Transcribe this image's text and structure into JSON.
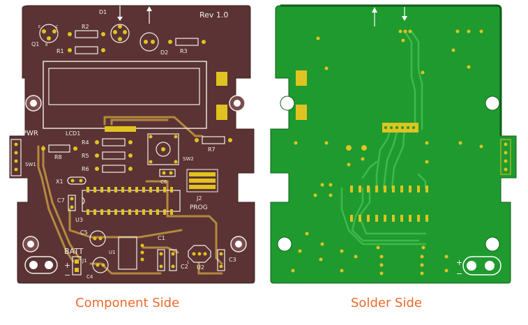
{
  "captions": {
    "component_side": "Component Side",
    "solder_side": "Solder Side"
  },
  "component_side": {
    "revision": "Rev 1.0",
    "silkscreen": {
      "d1": "D1",
      "d2": "D2",
      "q1": "Q1",
      "r1": "R1",
      "r2": "R2",
      "r3": "R3",
      "r4": "R4",
      "r5": "R5",
      "r6": "R6",
      "r7": "R7",
      "r8": "R8",
      "lcd1": "LCD1",
      "pwr": "PWR",
      "sw1": "SW1",
      "sw2": "SW2",
      "x1": "X1",
      "c6": "C6",
      "c7": "C7",
      "j2": "J2",
      "prog": "PROG",
      "u3": "U3",
      "c5": "C5",
      "c1": "C1",
      "c2": "C2",
      "c3": "C3",
      "c4": "C4",
      "u1": "U1",
      "u2": "U2",
      "batt": "BATT",
      "j1": "J1",
      "plus": "+",
      "minus": "−",
      "q1_e": "E",
      "q1_c": "C",
      "q1_b": "B",
      "u2_pin1": "1"
    }
  },
  "solder_side": {
    "plus": "+",
    "minus": "−"
  },
  "colors": {
    "component_board": "#5b3334",
    "component_copper": "#c9a24a",
    "silkscreen": "#f1efe9",
    "solder_board": "#1f9a2f",
    "solder_copper": "#38b33f",
    "pad_gold": "#e0c321",
    "caption": "#ec6a2c"
  }
}
